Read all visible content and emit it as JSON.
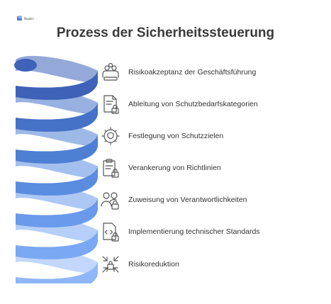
{
  "logo": {
    "text": "Napkin",
    "icon": "napkin-logo-icon"
  },
  "title": "Prozess der Sicherheitssteuerung",
  "colors": {
    "spiral": [
      "#3d62b8",
      "#4571c6",
      "#4d7fd2",
      "#5a8ce0",
      "#6a9aeb",
      "#7aa8f2",
      "#8fb7f7"
    ],
    "icon": "#555555",
    "text": "#333333"
  },
  "steps": [
    {
      "label": "Risikoakzeptanz der Geschäftsführung",
      "icon": "group-meeting-icon"
    },
    {
      "label": "Ableitung von Schutzbedarfskategorien",
      "icon": "document-lock-icon"
    },
    {
      "label": "Festlegung von Schutzzielen",
      "icon": "shield-gear-icon"
    },
    {
      "label": "Verankerung von Richtlinien",
      "icon": "clipboard-lock-icon"
    },
    {
      "label": "Zuweisung von Verantwortlichkeiten",
      "icon": "users-lock-icon"
    },
    {
      "label": "Implementierung technischer Standards",
      "icon": "code-file-lock-icon"
    },
    {
      "label": "Risikoreduktion",
      "icon": "shrink-lock-icon"
    }
  ]
}
